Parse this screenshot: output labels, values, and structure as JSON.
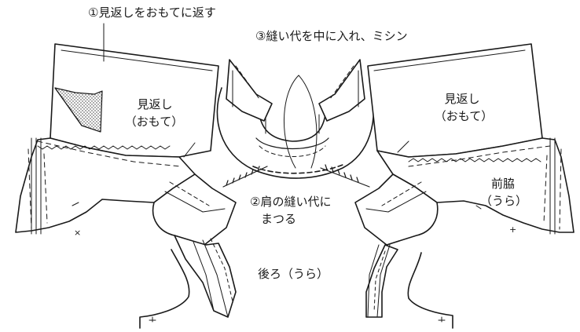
{
  "labels": {
    "step1": "①見返しをおもてに返す",
    "step3": "③縫い代を中に入れ、ミシン",
    "step2_line1": "②肩の縫い代に",
    "step2_line2": "まつる",
    "facing_left_line1": "見返し",
    "facing_left_line2": "（おもて）",
    "facing_right_line1": "見返し",
    "facing_right_line2": "（おもて）",
    "front_side_line1": "前脇",
    "front_side_line2": "（うら）",
    "back_line1": "後ろ（うら）"
  },
  "colors": {
    "line": "#1a1a1a",
    "paper": "#ffffff"
  }
}
